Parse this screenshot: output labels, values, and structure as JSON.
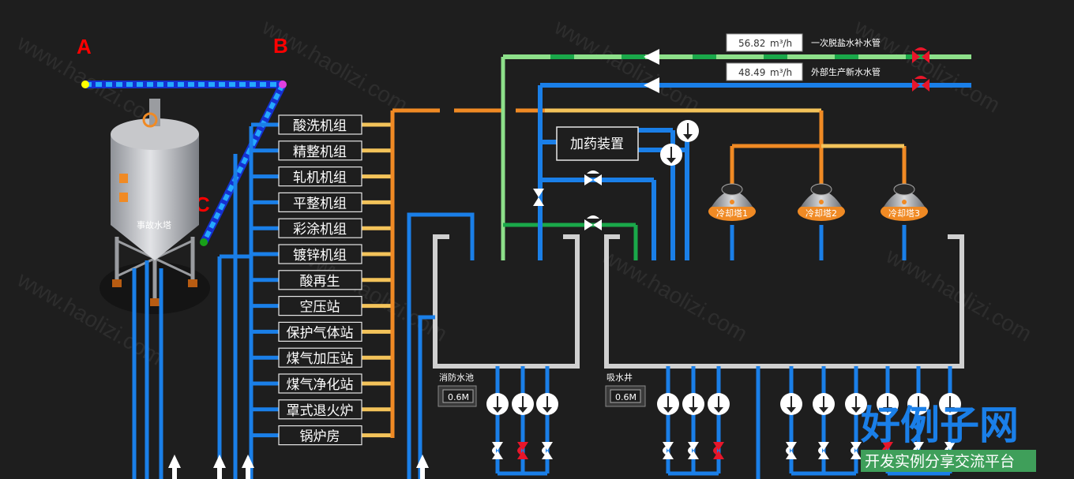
{
  "corners": {
    "a": "A",
    "b": "B",
    "c": "C",
    "a_color": "#ff0000"
  },
  "tower": {
    "label": "事故水塔"
  },
  "units": [
    "酸洗机组",
    "精整机组",
    "轧机机组",
    "平整机组",
    "彩涂机组",
    "镀锌机组",
    "酸再生",
    "空压站",
    "保护气体站",
    "煤气加压站",
    "煤气净化站",
    "罩式退火炉",
    "锅炉房"
  ],
  "dosing": {
    "label": "加药装置"
  },
  "flows": [
    {
      "value": "56.82",
      "unit": "m³/h",
      "pipe": "一次脱盐水补水管"
    },
    {
      "value": "48.49",
      "unit": "m³/h",
      "pipe": "外部生产新水水管"
    }
  ],
  "cooling_towers": [
    "冷却塔1",
    "冷却塔2",
    "冷却塔3"
  ],
  "pools": [
    {
      "name": "消防水池",
      "level": "0.6M"
    },
    {
      "name": "吸水井",
      "level": "0.6M"
    }
  ],
  "watermark": {
    "big": "好例子网",
    "small": "开发实例分享交流平台",
    "url": "www.haolizi.com"
  },
  "colors": {
    "blue": "#1a7fe8",
    "orange": "#f08a24",
    "green": "#1aa84a",
    "light_green": "#8de08a",
    "yellow": "#f3c35a",
    "valve_red": "#e8162a"
  }
}
